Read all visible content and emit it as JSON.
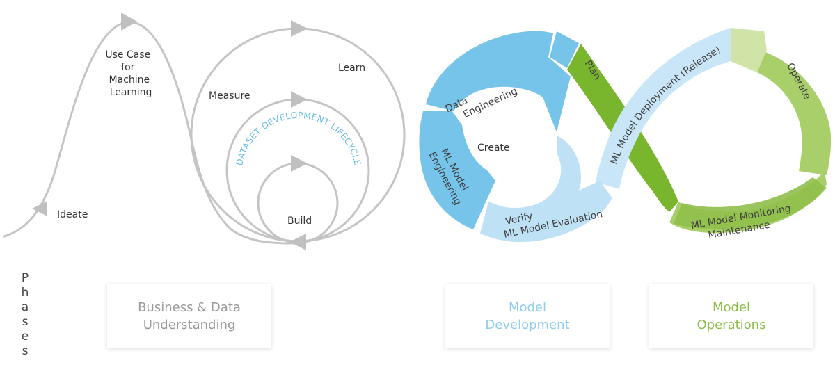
{
  "business": {
    "ideate": "Ideate",
    "use_case": [
      "Use Case",
      "for",
      "Machine",
      "Learning"
    ],
    "measure": "Measure",
    "learn": "Learn",
    "build": "Build",
    "dataset_lifecycle": "DATASET DEVELOPMENT LIFECYCLE"
  },
  "model_dev": {
    "create": "Create",
    "data_engineering": [
      "Data",
      "Engineering"
    ],
    "ml_model_engineering": [
      "ML Model",
      "Engineering"
    ],
    "verify": [
      "Verify",
      "ML Model Evaluation"
    ]
  },
  "model_ops": {
    "plan": "Plan",
    "deployment": "ML Model Deployment (Release)",
    "operate": "Operate",
    "monitoring": [
      "ML Model Monitoring",
      "Maintenance"
    ]
  },
  "phases": {
    "label": "Phases",
    "boxes": [
      {
        "line1": "Business & Data",
        "line2": "Understanding",
        "color": "#9a9a9a"
      },
      {
        "line1": "Model",
        "line2": "Development",
        "color": "#8fcdee"
      },
      {
        "line1": "Model",
        "line2": "Operations",
        "color": "#8dbd4b"
      }
    ]
  },
  "colors": {
    "gray_line": "#c4c4c4",
    "blue_dark": "#76c4ea",
    "blue_light": "#c4e4f6",
    "green_dark": "#7ab52e",
    "green_mid": "#a8cf6a",
    "green_light": "#cfe4a6",
    "lifecycle_text": "#69bde6"
  }
}
